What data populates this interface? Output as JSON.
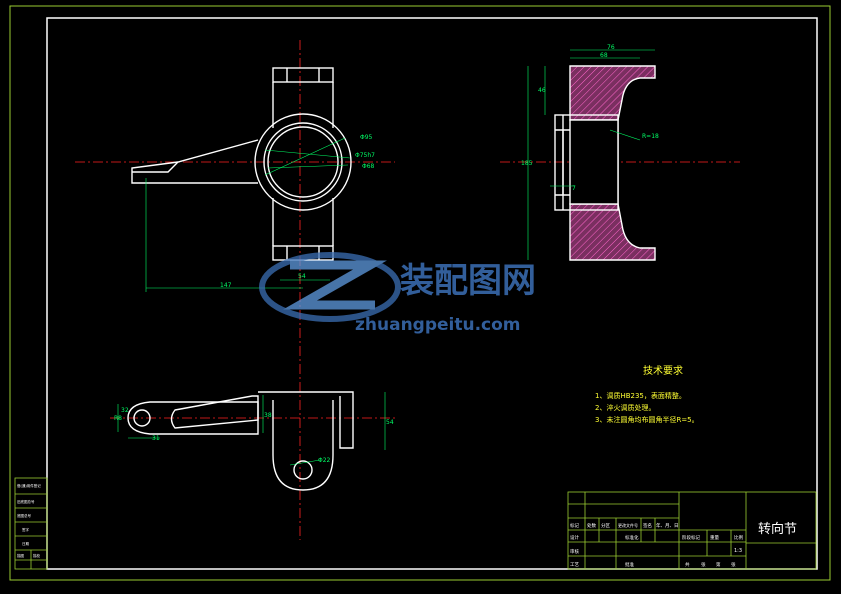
{
  "drawing": {
    "title": "转向节",
    "scale": "1:3"
  },
  "watermark": {
    "brand": "装配图网",
    "url": "zhuangpeitu.com"
  },
  "tech_requirements": {
    "heading": "技术要求",
    "items": [
      "1、调质HB235，表面精整。",
      "2、淬火调质处理。",
      "3、未注圆角均布圆角半径R=5。"
    ]
  },
  "dimensions": {
    "top_width_outer": "76",
    "top_width_inner": "68",
    "height_upper": "46",
    "height_total": "185",
    "side_small": "7",
    "radius": "R=18",
    "dia1": "Φ95",
    "dia2": "Φ75h7",
    "dia3": "Φ68",
    "base_width": "54",
    "arm_length": "147",
    "left_height": "32",
    "left_small": "R8",
    "left_width": "31",
    "mid_height": "38",
    "right_height": "54",
    "hole": "Φ22"
  },
  "title_block": {
    "r1": [
      "标记",
      "处数",
      "分区",
      "更改文件号",
      "签名",
      "年、月、日"
    ],
    "r2": [
      "设计",
      "",
      "",
      "标准化"
    ],
    "stage": [
      "阶段标记",
      "重量",
      "比例"
    ],
    "r3": [
      "审核"
    ],
    "r4": [
      "工艺",
      "",
      "批准"
    ],
    "sheets": [
      "共",
      "张",
      "第",
      "张"
    ]
  },
  "side_strip": [
    "借(通)用件登记",
    "旧底图总号",
    "底图总号",
    "签字",
    "日期",
    "描图",
    "描校"
  ]
}
